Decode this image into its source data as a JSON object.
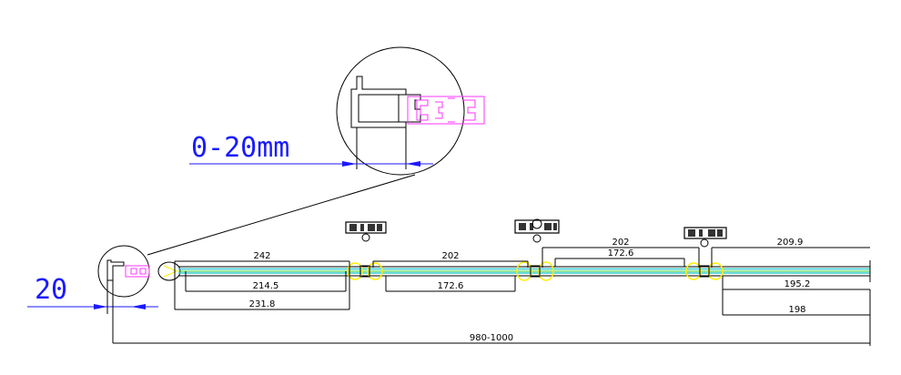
{
  "diagram": {
    "adjustment_label": "0-20mm",
    "wall_offset_label": "20",
    "total_width_label": "980-1000",
    "dimensions": {
      "panel1_top": "242",
      "panel1_inner": "214.5",
      "panel1_bottom": "231.8",
      "panel2_top": "202",
      "panel2_inner": "172.6",
      "panel3_top": "202",
      "panel3_inner": "172.6",
      "panel4_top": "209.9",
      "panel4_inner": "195.2",
      "panel4_bottom": "198"
    }
  },
  "colors": {
    "outline": "#000000",
    "profile_magenta": "#ff33ff",
    "roller_yellow": "#ffee00",
    "glass_cyan": "#33cccc",
    "glass_green": "#33cc33",
    "dimension_blue": "#1a1aff"
  },
  "icons": [
    "detail-magnifier-icon",
    "roller-hanger-icon"
  ]
}
